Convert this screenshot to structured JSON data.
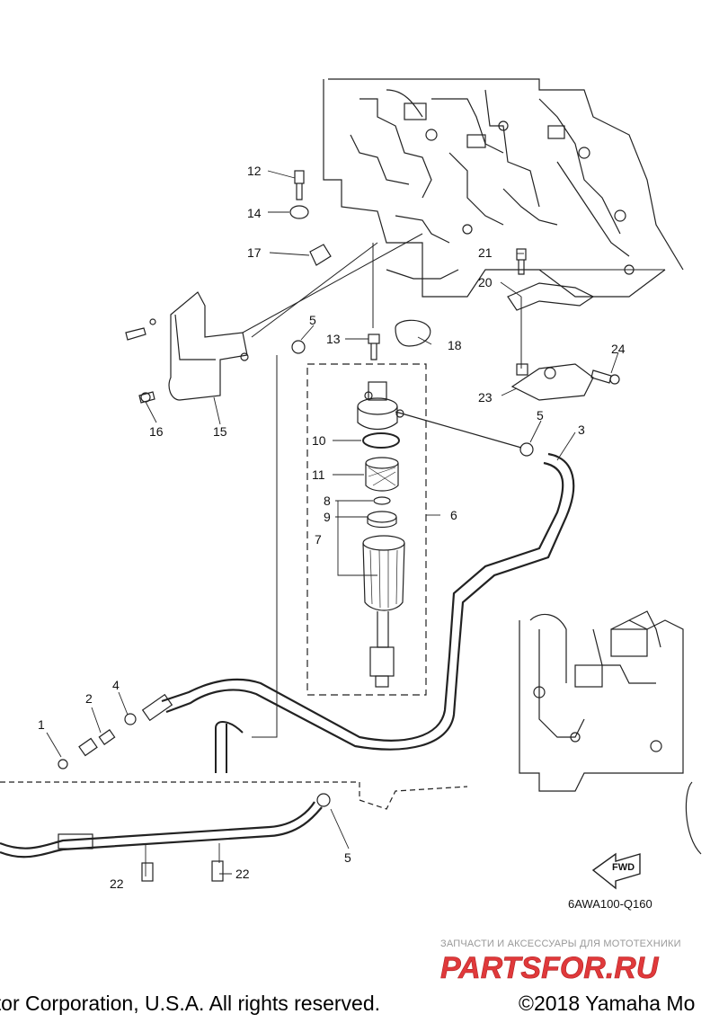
{
  "diagram": {
    "code": "6AWA100-Q160",
    "fwd_label": "FWD",
    "callouts": {
      "c1": "1",
      "c2": "2",
      "c3": "3",
      "c4": "4",
      "c5a": "5",
      "c5b": "5",
      "c5c": "5",
      "c6": "6",
      "c7": "7",
      "c8": "8",
      "c9": "9",
      "c10": "10",
      "c11": "11",
      "c12": "12",
      "c13": "13",
      "c14": "14",
      "c15": "15",
      "c16": "16",
      "c17": "17",
      "c18": "18",
      "c20": "20",
      "c21": "21",
      "c22a": "22",
      "c22b": "22",
      "c23": "23",
      "c24": "24"
    }
  },
  "watermark": {
    "caption": "ЗАПЧАСТИ И АКСЕССУАРЫ ДЛЯ МОТОТЕХНИКИ",
    "logo_text": "PARTSFOR.RU",
    "logo_color": "#e0393b"
  },
  "footer": {
    "left": "otor Corporation, U.S.A. All rights reserved.",
    "right": "©2018 Yamaha Mo"
  }
}
